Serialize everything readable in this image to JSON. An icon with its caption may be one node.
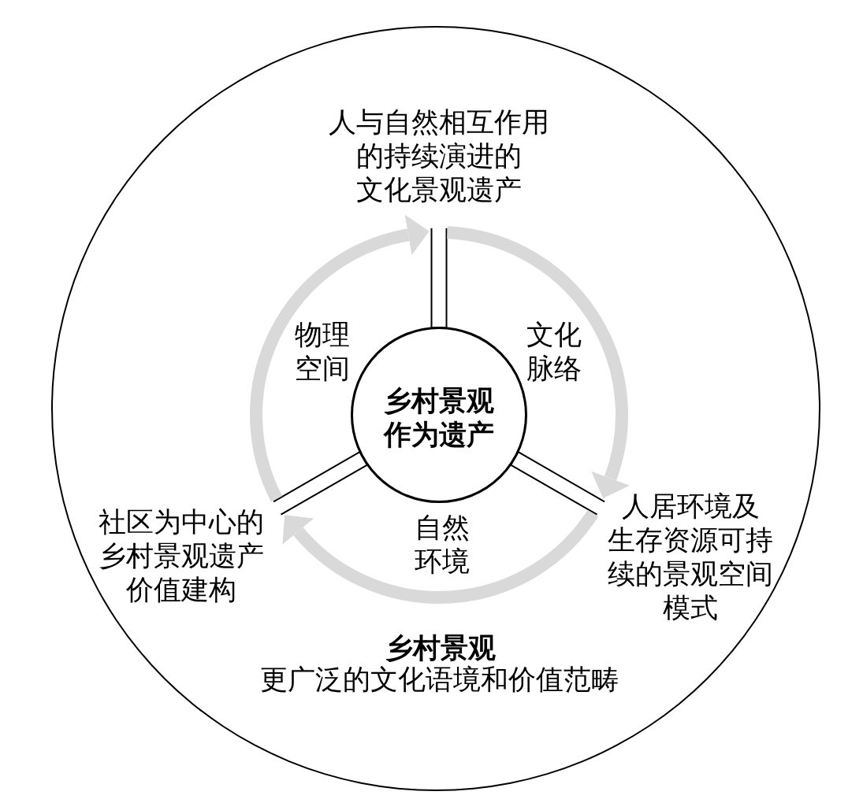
{
  "diagram": {
    "nodes": [
      {
        "text": [
          "乡村景观",
          "更广泛的文化语境和价值范畴"
        ]
      },
      {
        "text": [
          "人与自然相互作用的持续演进的文化景观遗产"
        ],
        "in": 0
      },
      {
        "text": [
          "乡村景观作为遗产"
        ],
        "in": 0
      },
      {
        "text": [
          "社区为中心的乡村景观遗产价值建构"
        ],
        "in": 0
      },
      {
        "text": [
          "人居环境及生存资源可持续的景观空间模式"
        ],
        "in": 0
      }
    ],
    "edges": [
      {
        "from": 2,
        "to": 1,
        "arrow": "none"
      },
      {
        "from": 2,
        "to": 4,
        "arrow": "none"
      },
      {
        "from": 2,
        "to": 3,
        "arrow": "none"
      },
      {
        "from": 1,
        "to": 4,
        "arrow": "to",
        "style": "thick",
        "color": "#d9d9d9"
      },
      {
        "from": 4,
        "to": 3,
        "arrow": "to",
        "style": "thick",
        "color": "#d9d9d9"
      },
      {
        "from": 3,
        "to": 1,
        "arrow": "to",
        "style": "thick",
        "color": "#d9d9d9"
      }
    ],
    "labels": [
      "物理空间",
      "文化脉络",
      "自然环境"
    ]
  }
}
